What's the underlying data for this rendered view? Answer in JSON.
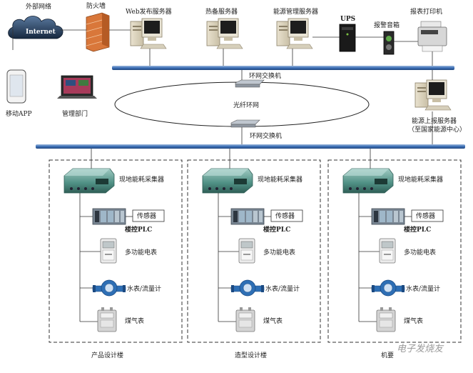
{
  "top_row": {
    "internet_label": "外部网络",
    "internet_cloud_text": "Internet",
    "firewall_label": "防火墙",
    "web_server_label": "Web发布服务器",
    "backup_server_label": "热备服务器",
    "energy_mgmt_server_label": "能源管理服务器",
    "ups_label": "UPS",
    "alarm_label": "报警音箱",
    "printer_label": "报表打印机"
  },
  "left_devices": {
    "mobile_app_label": "移动APP",
    "mgmt_dept_label": "管理部门"
  },
  "ring": {
    "top_switch_label": "环网交换机",
    "ring_label": "光纤环网",
    "bottom_switch_label": "环网交换机"
  },
  "upload_server": {
    "label_line1": "能源上报服务器",
    "label_line2": "（至国家能源中心）"
  },
  "buildings": [
    {
      "collector_label": "现地能耗采集器",
      "plc_label": "楼控PLC",
      "sensor_label": "传感器",
      "meter_label": "多功能电表",
      "water_label": "水表/流量计",
      "gas_label": "煤气表",
      "building_name": "产品设计楼"
    },
    {
      "collector_label": "现地能耗采集器",
      "plc_label": "楼控PLC",
      "sensor_label": "传感器",
      "meter_label": "多功能电表",
      "water_label": "水表/流量计",
      "gas_label": "煤气表",
      "building_name": "造型设计楼"
    },
    {
      "collector_label": "现地能耗采集器",
      "plc_label": "楼控PLC",
      "sensor_label": "传感器",
      "meter_label": "多功能电表",
      "water_label": "水表/流量计",
      "gas_label": "煤气表",
      "building_name": "机要"
    }
  ],
  "watermark": "电子发烧友",
  "colors": {
    "bus": "#3b6fb6",
    "collector": "#4f8f84",
    "firewall": "#d9773a",
    "cloud": "#1f3b5c",
    "water_meter": "#2e6fb5"
  }
}
